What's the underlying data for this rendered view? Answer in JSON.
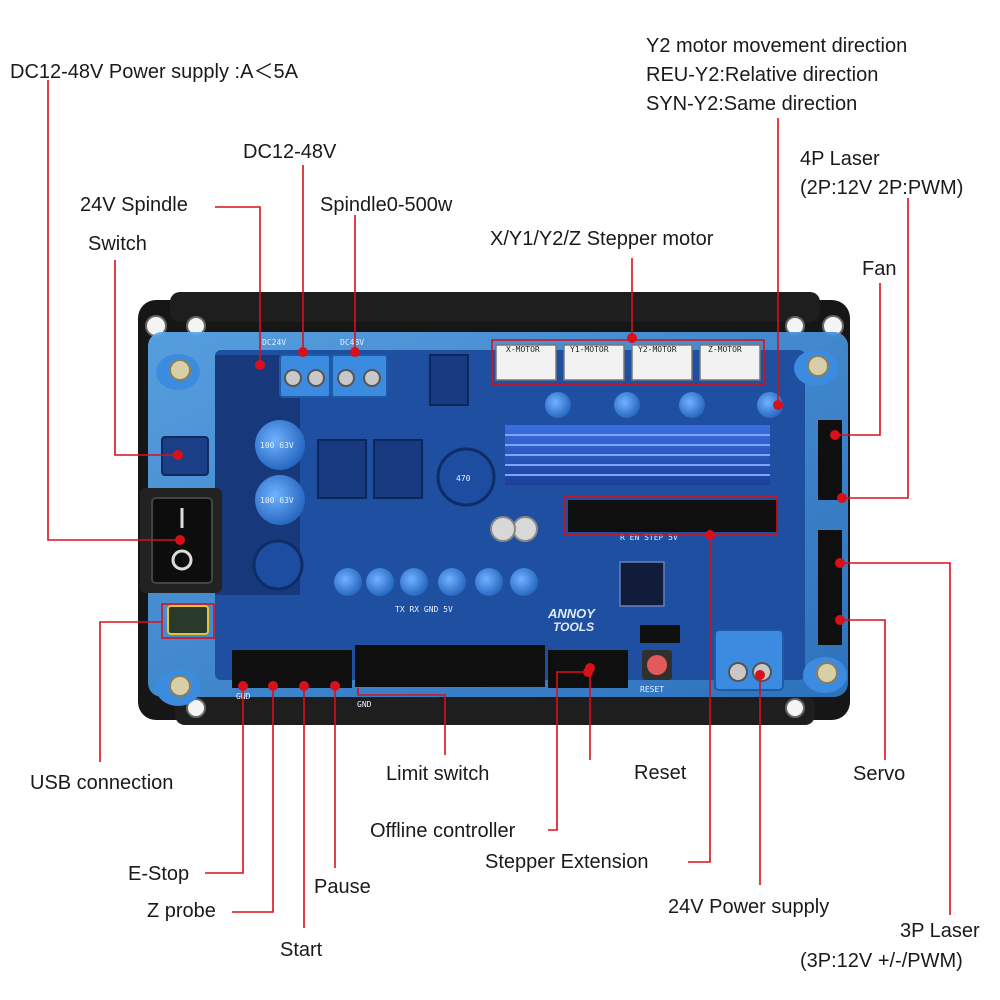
{
  "labels": {
    "power_supply": "DC12-48V Power supply :A＜5A",
    "dc12_48v": "DC12-48V",
    "spindle_24v": "24V Spindle",
    "spindle_500w": "Spindle0-500w",
    "switch": "Switch",
    "y2_title": "Y2 motor movement direction",
    "y2_reu": "REU-Y2:Relative direction",
    "y2_syn": "SYN-Y2:Same direction",
    "laser4p_a": "4P Laser",
    "laser4p_b": "(2P:12V 2P:PWM)",
    "stepper_motor": "X/Y1/Y2/Z Stepper motor",
    "fan": "Fan",
    "usb": "USB connection",
    "limit_switch": "Limit switch",
    "reset": "Reset",
    "servo": "Servo",
    "offline_controller": "Offline controller",
    "stepper_extension": "Stepper Extension",
    "estop": "E-Stop",
    "pause": "Pause",
    "zprobe": "Z probe",
    "power24": "24V Power supply",
    "start": "Start",
    "laser3p_a": "3P Laser",
    "laser3p_b": "(3P:12V +/-/PWM)"
  },
  "board": {
    "motor_x": "X-MOTOR",
    "motor_y1": "Y1-MOTOR",
    "motor_y2": "Y2-MOTOR",
    "motor_z": "Z-MOTOR",
    "dc24v": "DC24V",
    "dc48v": "DC48V",
    "cap_a": "100 63V",
    "cap_b": "100 63V",
    "inductor": "470",
    "brand_a": "ANNOY",
    "brand_b": "TOOLS",
    "uart": "TX RX GND 5V",
    "gnd_a": "GND",
    "gnd_b": "GND",
    "reset_silk": "RESET",
    "ext": "R EN STEP 5V"
  },
  "colors": {
    "leader": "#d9101a",
    "board": "#1f4fa0",
    "acrylic": "#3e8fd8",
    "baseplate": "#1b1b1b"
  }
}
